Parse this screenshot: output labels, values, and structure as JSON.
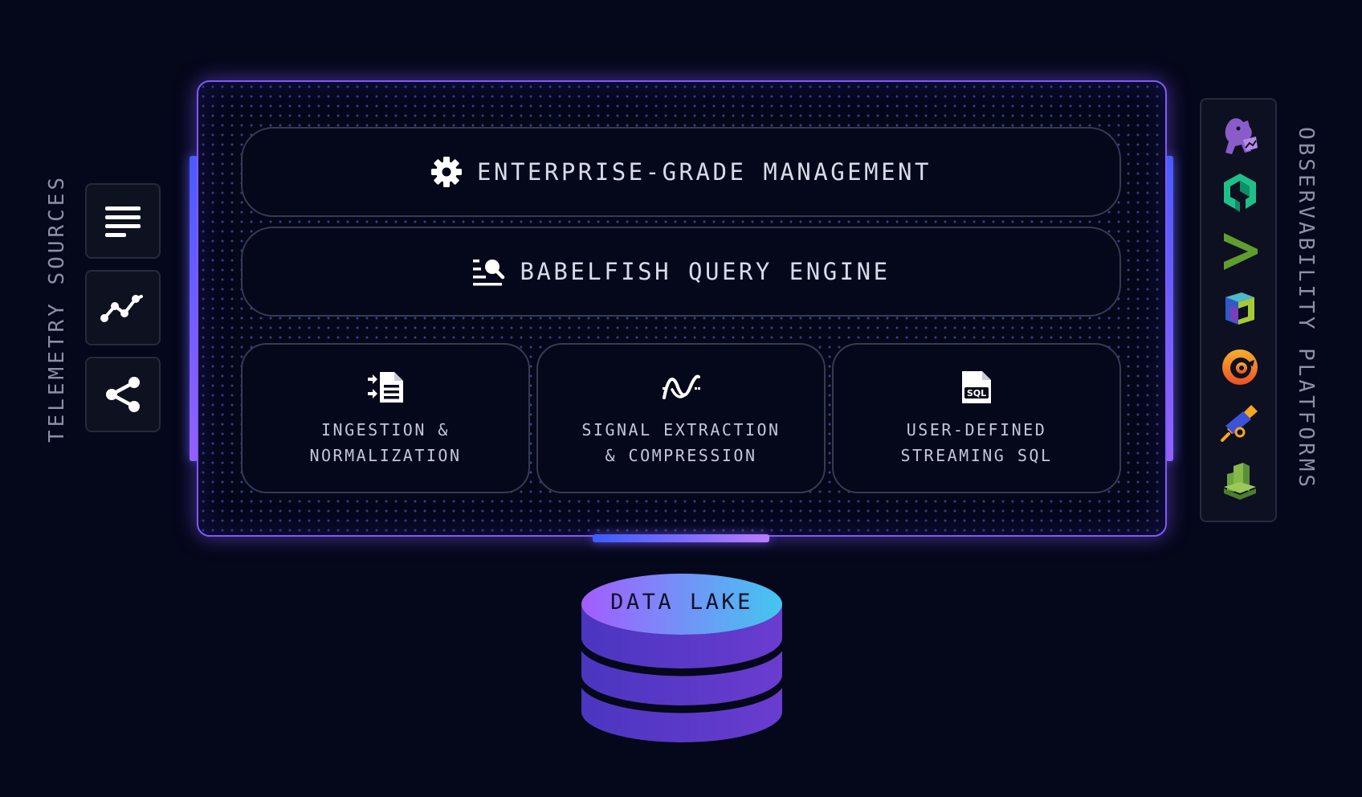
{
  "left_label": "TELEMETRY SOURCES",
  "right_label": "OBSERVABILITY PLATFORMS",
  "telemetry_sources": [
    {
      "icon": "logs-lines-icon"
    },
    {
      "icon": "metrics-chart-icon"
    },
    {
      "icon": "traces-share-icon"
    }
  ],
  "platform": {
    "management": {
      "title": "ENTERPRISE-GRADE MANAGEMENT",
      "icon": "gear-icon"
    },
    "query_engine": {
      "title": "BABELFISH QUERY ENGINE",
      "icon": "search-list-icon"
    },
    "modules": [
      {
        "line1": "INGESTION &",
        "line2": "NORMALIZATION",
        "icon": "document-import-icon"
      },
      {
        "line1": "SIGNAL EXTRACTION",
        "line2": "& COMPRESSION",
        "icon": "signal-wave-icon"
      },
      {
        "line1": "USER-DEFINED",
        "line2": "STREAMING SQL",
        "icon": "sql-file-icon"
      }
    ]
  },
  "data_lake": {
    "label": "DATA LAKE"
  },
  "observability_platforms": [
    {
      "icon": "datadog-dog-icon",
      "color": "#8a5cc9"
    },
    {
      "icon": "hexagon-logo-icon",
      "color": "#1fbf8a"
    },
    {
      "icon": "chevron-logo-icon",
      "color": "#5f9e2e"
    },
    {
      "icon": "cube-logo-icon",
      "color": "#56b6d8"
    },
    {
      "icon": "grafana-logo-icon",
      "color": "#f0772d"
    },
    {
      "icon": "telescope-logo-icon",
      "color": "#4a5fd6"
    },
    {
      "icon": "stack-logo-icon",
      "color": "#5a8f3a"
    }
  ],
  "colors": {
    "background": "#05071a",
    "panel_border": "#7d5bff",
    "accent_blue": "#3d5cff",
    "accent_purple": "#9a63ff"
  }
}
